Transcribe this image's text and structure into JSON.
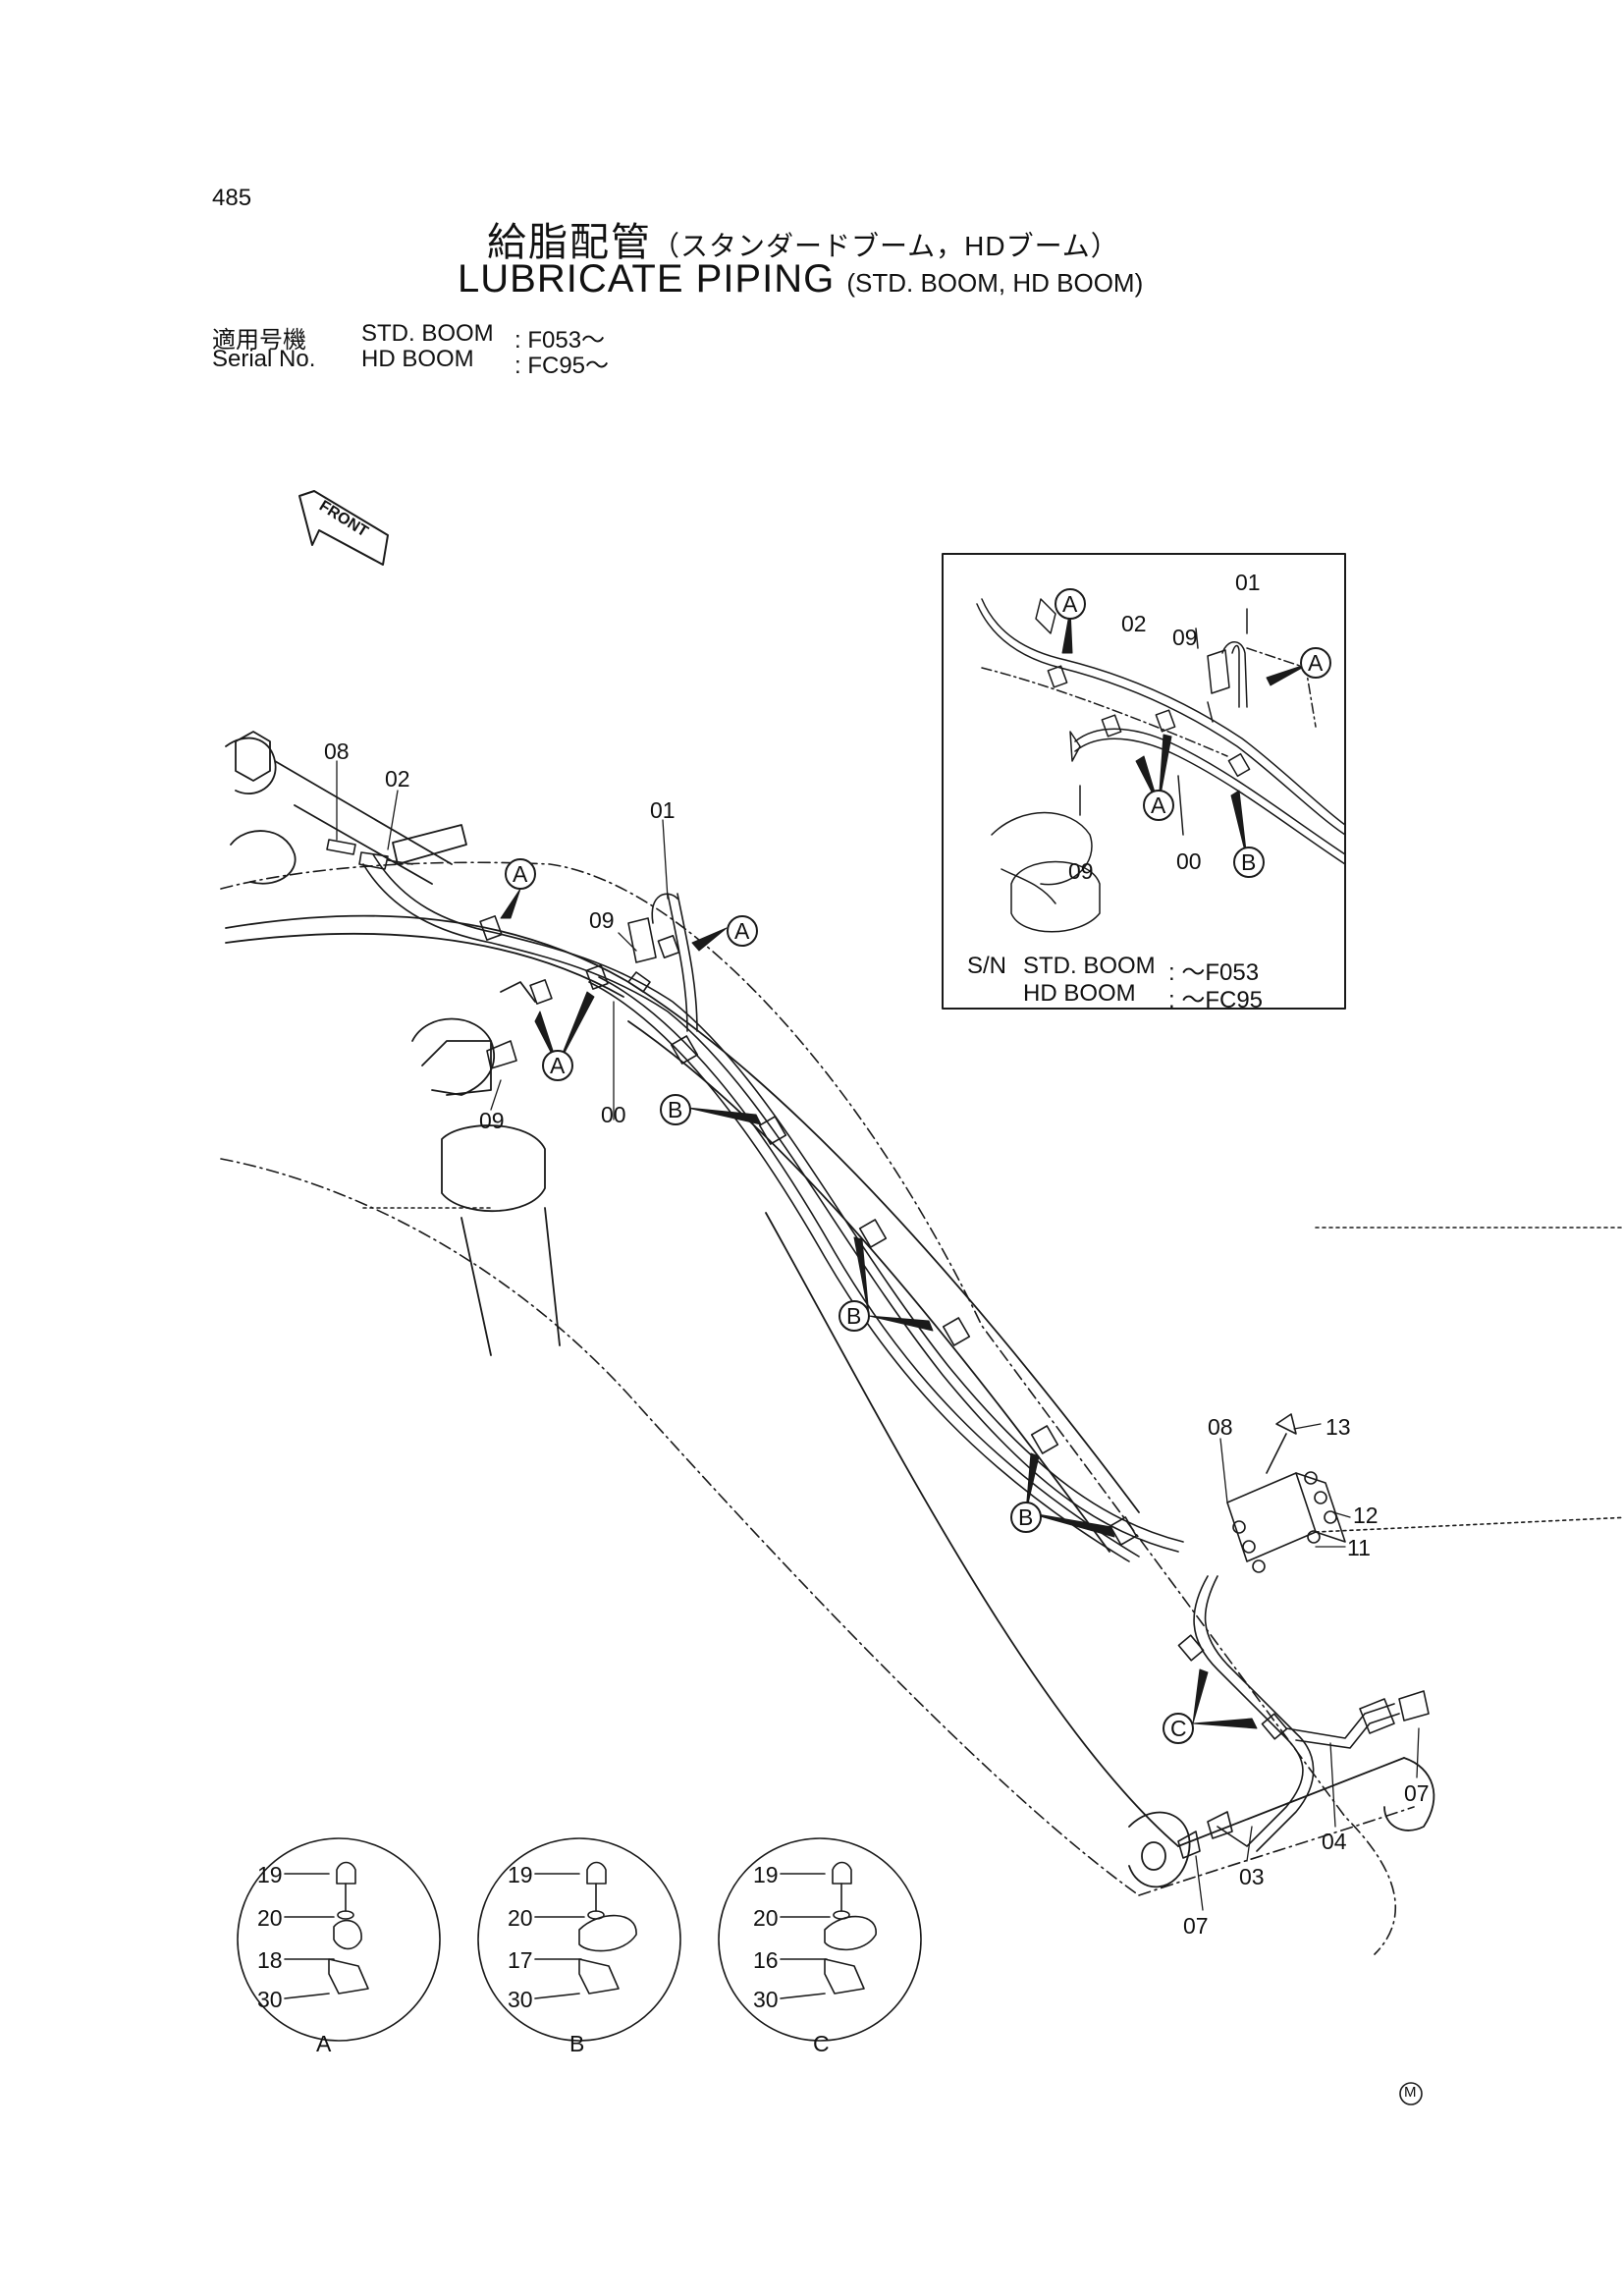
{
  "header": {
    "page_number": "485",
    "title_jp": "給脂配管",
    "title_jp_sub": "（スタンダードブーム，HDブーム）",
    "title_en": "LUBRICATE PIPING",
    "title_en_sub": "(STD. BOOM, HD BOOM)"
  },
  "serial": {
    "label_jp": "適用号機",
    "label_en": "Serial No.",
    "std_name": "STD. BOOM",
    "std_value": ": F053～",
    "hd_name": "HD BOOM",
    "hd_value": ": FC95～"
  },
  "inset": {
    "sn_label": "S/N",
    "std_name": "STD. BOOM",
    "std_value": ": ～F053",
    "hd_name": "HD BOOM",
    "hd_value": ": ～FC95"
  },
  "front_label": "FRONT",
  "corner_mark": "M",
  "part_labels": {
    "p01": "01",
    "p02": "02",
    "p03": "03",
    "p04": "04",
    "p07": "07",
    "p08": "08",
    "p09": "09",
    "p00": "00",
    "p11": "11",
    "p12": "12",
    "p13": "13",
    "p16": "16",
    "p17": "17",
    "p18": "18",
    "p19": "19",
    "p20": "20",
    "p30": "30"
  },
  "callouts": {
    "a": "A",
    "b": "B",
    "c": "C"
  }
}
